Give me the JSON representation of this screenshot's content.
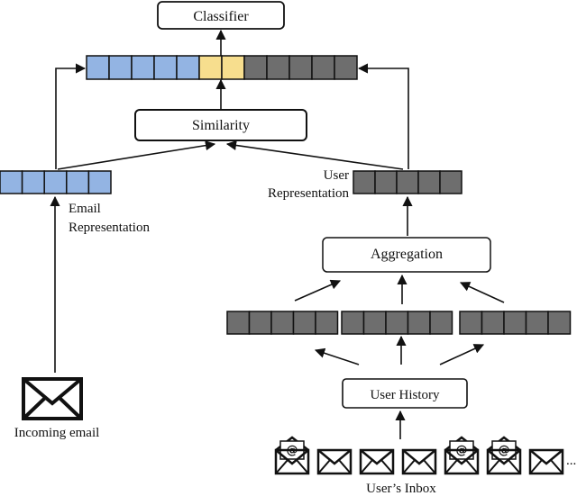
{
  "boxes": {
    "classifier": "Classifier",
    "similarity": "Similarity",
    "aggregation": "Aggregation",
    "user_history": "User History"
  },
  "labels": {
    "email_repr_line1": "Email",
    "email_repr_line2": "Representation",
    "user_repr_line1": "User",
    "user_repr_line2": "Representation",
    "incoming_email": "Incoming email",
    "users_inbox": "User’s Inbox",
    "ellipsis": "..."
  },
  "colors": {
    "email_cell": "#93b4e3",
    "similarity_cell": "#f7de8e",
    "user_cell": "#6e6e6e",
    "stroke": "#111111"
  },
  "icons": {
    "incoming": "envelope-icon",
    "inbox": [
      "at-envelope-icon",
      "envelope-icon",
      "envelope-icon",
      "envelope-icon",
      "at-envelope-icon",
      "at-envelope-icon",
      "envelope-icon"
    ]
  }
}
